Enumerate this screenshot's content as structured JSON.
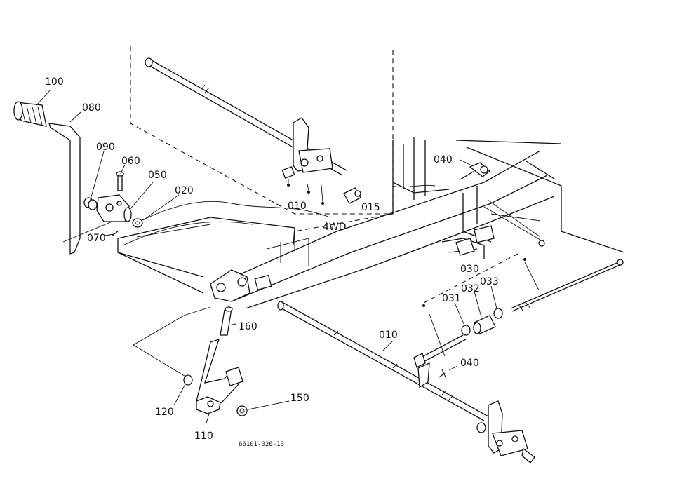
{
  "labels": {
    "p100": "100",
    "p080": "080",
    "p090": "090",
    "p060": "060",
    "p050": "050",
    "p020": "020",
    "p070": "070",
    "p010_top": "010",
    "p015": "015",
    "p4wd": "4WD",
    "p040_top": "040",
    "p030": "030",
    "p031": "031",
    "p032": "032",
    "p033": "033",
    "p010_mid": "010",
    "p040_mid": "040",
    "p160": "160",
    "p120": "120",
    "p150": "150",
    "p110": "110"
  },
  "drawing_code": "66101-026-13"
}
